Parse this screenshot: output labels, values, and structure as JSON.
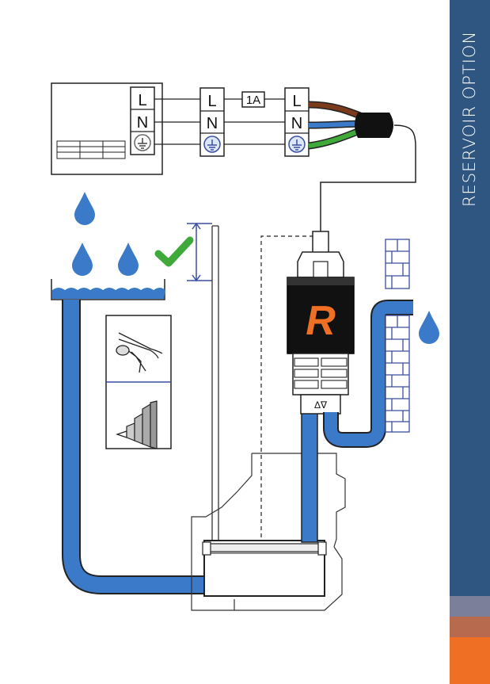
{
  "sidebar": {
    "title": "RESERVOIR OPTION",
    "bg_color": "#2f5680",
    "swatches": [
      "#7c7f99",
      "#b86a4f",
      "#ef6f24"
    ]
  },
  "wiring": {
    "terminals": [
      "L",
      "N",
      "earth-icon"
    ],
    "fuse_label": "1A",
    "wire_colors": {
      "live": "#7a3b1c",
      "neutral": "#3a7ac8",
      "earth": "#3faa3a"
    }
  },
  "pump": {
    "logo_letter": "R",
    "logo_color": "#ef6f24",
    "flow_label": "Δ∇"
  },
  "colors": {
    "water": "#3a7ac8",
    "check": "#3faa3a",
    "range_arrow": "#3a4ea0"
  }
}
